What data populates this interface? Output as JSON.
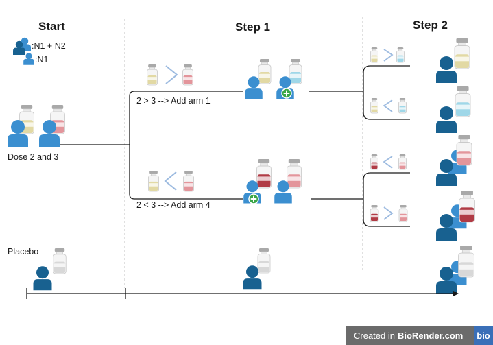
{
  "headers": {
    "start": "Start",
    "step1": "Step 1",
    "step2": "Step 2"
  },
  "legend": {
    "both_groups": ":N1 + N2",
    "single_group": ":N1"
  },
  "labels": {
    "dose": "Dose 2 and 3",
    "branch_up": "2 > 3 --> Add arm 1",
    "branch_down": "2 < 3 --> Add arm 4",
    "placebo": "Placebo"
  },
  "watermark": {
    "prefix": "Created in",
    "brand": "BioRender.com",
    "logo": "bio"
  },
  "colors": {
    "person_light": "#3b8fd0",
    "person_dark": "#186190",
    "yellow_dose": "#e2d9a4",
    "red_dose": "#e3959b",
    "dark_red_dose": "#b03b45",
    "blue_dose": "#9fd7e8",
    "placebo": "#d8d8d8",
    "plus": "#3aa647"
  },
  "icons": [
    "person-icon",
    "vial-icon",
    "greater-than-icon",
    "less-than-icon",
    "plus-badge-icon"
  ]
}
